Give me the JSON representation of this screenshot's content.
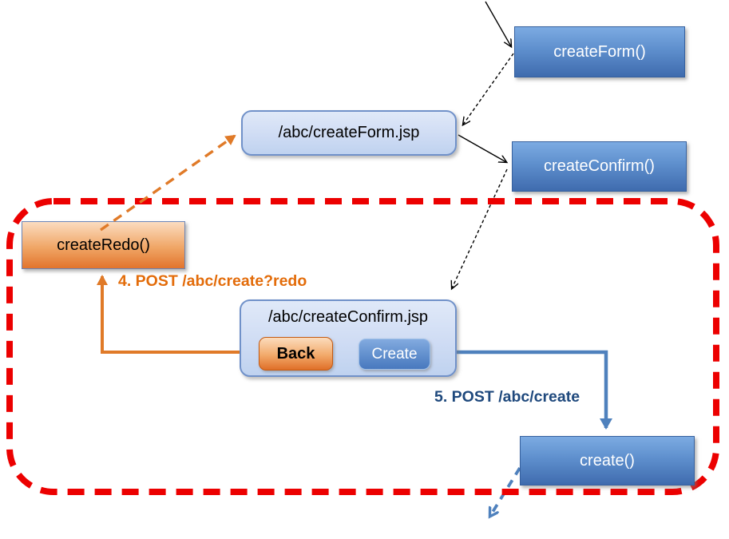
{
  "diagram": {
    "nodes": {
      "createForm": {
        "label": "createForm()"
      },
      "createFormJsp": {
        "label": "/abc/createForm.jsp"
      },
      "createConfirm": {
        "label": "createConfirm()"
      },
      "createRedo": {
        "label": "createRedo()"
      },
      "createConfirmJsp": {
        "label": "/abc/createConfirm.jsp",
        "back_button": "Back",
        "create_button": "Create"
      },
      "create": {
        "label": "create()"
      }
    },
    "edge_labels": {
      "post_redo": "4. POST /abc/create?redo",
      "post_create": "5. POST /abc/create"
    },
    "colors": {
      "handler_box_blue": "#4f81bd",
      "view_box_fill": "#cfdcf4",
      "view_box_border": "#7091c9",
      "redo_box_orange": "#e2742d",
      "orange_accent": "#e07a28",
      "orange_label": "#e36c0a",
      "blue_accent": "#4f81bd",
      "blue_label": "#1f497d",
      "boundary_red": "#ec0000",
      "arrow_black": "#000000"
    }
  }
}
